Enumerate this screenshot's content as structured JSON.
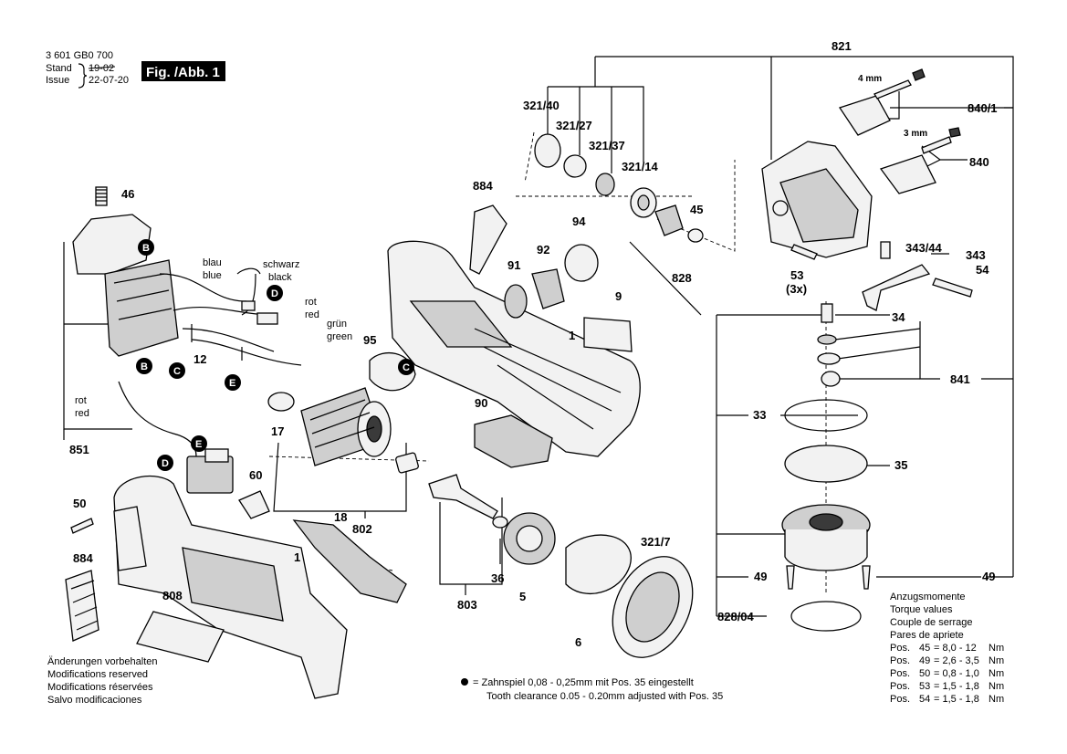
{
  "header": {
    "doc_number": "3 601 GB0 700",
    "stand_label": "Stand",
    "issue_label": "Issue",
    "stand_value": "19-02",
    "issue_value": "22-07-20",
    "figure_label": "Fig. /Abb. 1"
  },
  "part_labels": {
    "p46": "46",
    "p12": "12",
    "p17": "17",
    "p851": "851",
    "p50": "50",
    "p60": "60",
    "p884a": "884",
    "p884b": "884",
    "p808": "808",
    "p1a": "1",
    "p1b": "1",
    "p18": "18",
    "p802": "802",
    "p95": "95",
    "p803": "803",
    "p36": "36",
    "p5": "5",
    "p6": "6",
    "p3217": "321/7",
    "p90": "90",
    "p91": "91",
    "p92": "92",
    "p94": "94",
    "p9": "9",
    "p32140": "321/40",
    "p32127": "321/27",
    "p32137": "321/37",
    "p32114": "321/14",
    "p45": "45",
    "p828": "828",
    "p821": "821",
    "p8401": "840/1",
    "p840": "840",
    "p34344": "343/44",
    "p343": "343",
    "p54": "54",
    "p53": "53",
    "p3x": "(3x)",
    "p34": "34",
    "p33": "33",
    "p841": "841",
    "p35": "35",
    "p49a": "49",
    "p49b": "49",
    "p82804": "828/04"
  },
  "wire_labels": {
    "blau": "blau",
    "blue": "blue",
    "schwarz": "schwarz",
    "black": "black",
    "rot1": "rot",
    "red1": "red",
    "gruen": "grün",
    "green": "green",
    "rot2": "rot",
    "red2": "red"
  },
  "dimension_labels": {
    "mm4": "4 mm",
    "mm3": "3 mm"
  },
  "markers": {
    "B": "B",
    "C": "C",
    "D": "D",
    "E": "E"
  },
  "notes": {
    "changes": [
      "Änderungen vorbehalten",
      "Modifications reserved",
      "Modifications réservées",
      "Salvo modificaciones"
    ],
    "tooth_clearance": [
      "= Zahnspiel 0,08 - 0,25mm mit Pos. 35 eingestellt",
      "Tooth clearance 0.05 - 0.20mm adjusted with Pos. 35"
    ]
  },
  "torque": {
    "headings": [
      "Anzugsmomente",
      "Torque values",
      "Couple de serrage",
      "Pares de apriete"
    ],
    "rows": [
      {
        "pos": "Pos.",
        "num": "45",
        "value": "= 8,0 - 12",
        "unit": "Nm"
      },
      {
        "pos": "Pos.",
        "num": "49",
        "value": "= 2,6 - 3,5",
        "unit": "Nm"
      },
      {
        "pos": "Pos.",
        "num": "50",
        "value": "= 0,8 - 1,0",
        "unit": "Nm"
      },
      {
        "pos": "Pos.",
        "num": "53",
        "value": "= 1,5 - 1,8",
        "unit": "Nm"
      },
      {
        "pos": "Pos.",
        "num": "54",
        "value": "= 1,5 - 1,8",
        "unit": "Nm"
      }
    ]
  }
}
